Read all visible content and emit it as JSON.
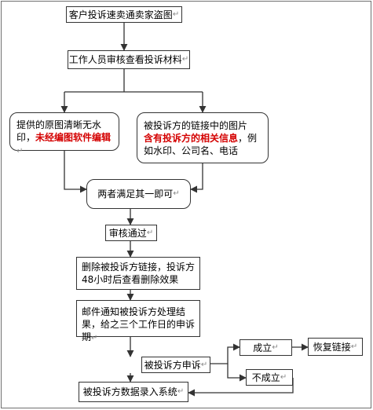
{
  "nodes": {
    "n1": "客户投诉速卖通卖家盗图",
    "n2": "工作人员审核查看投诉材料",
    "n3": {
      "part1": "提供的原图清晰无水印，",
      "part2_red": "未经编图软件编辑"
    },
    "n4": {
      "part1": "被投诉方的链接中的图片",
      "part2_red": "含有投诉方的相关信息",
      "part3": "，例如水印、公司名、电话"
    },
    "n5": "两者满足其一即可",
    "n6": "审核通过",
    "n7": "删除被投诉方链接，投诉方48小时后查看删除效果",
    "n8": "邮件通知被投诉方处理结果，给之三个工作日的申诉期",
    "n9": "被投诉方申诉",
    "n10": "成立",
    "n11": "恢复链接",
    "n12": "不成立",
    "n13": "被投诉方数据录入系统"
  },
  "return_mark": "↵",
  "colors": {
    "line": "#333333",
    "emphasis": "#d40000"
  }
}
